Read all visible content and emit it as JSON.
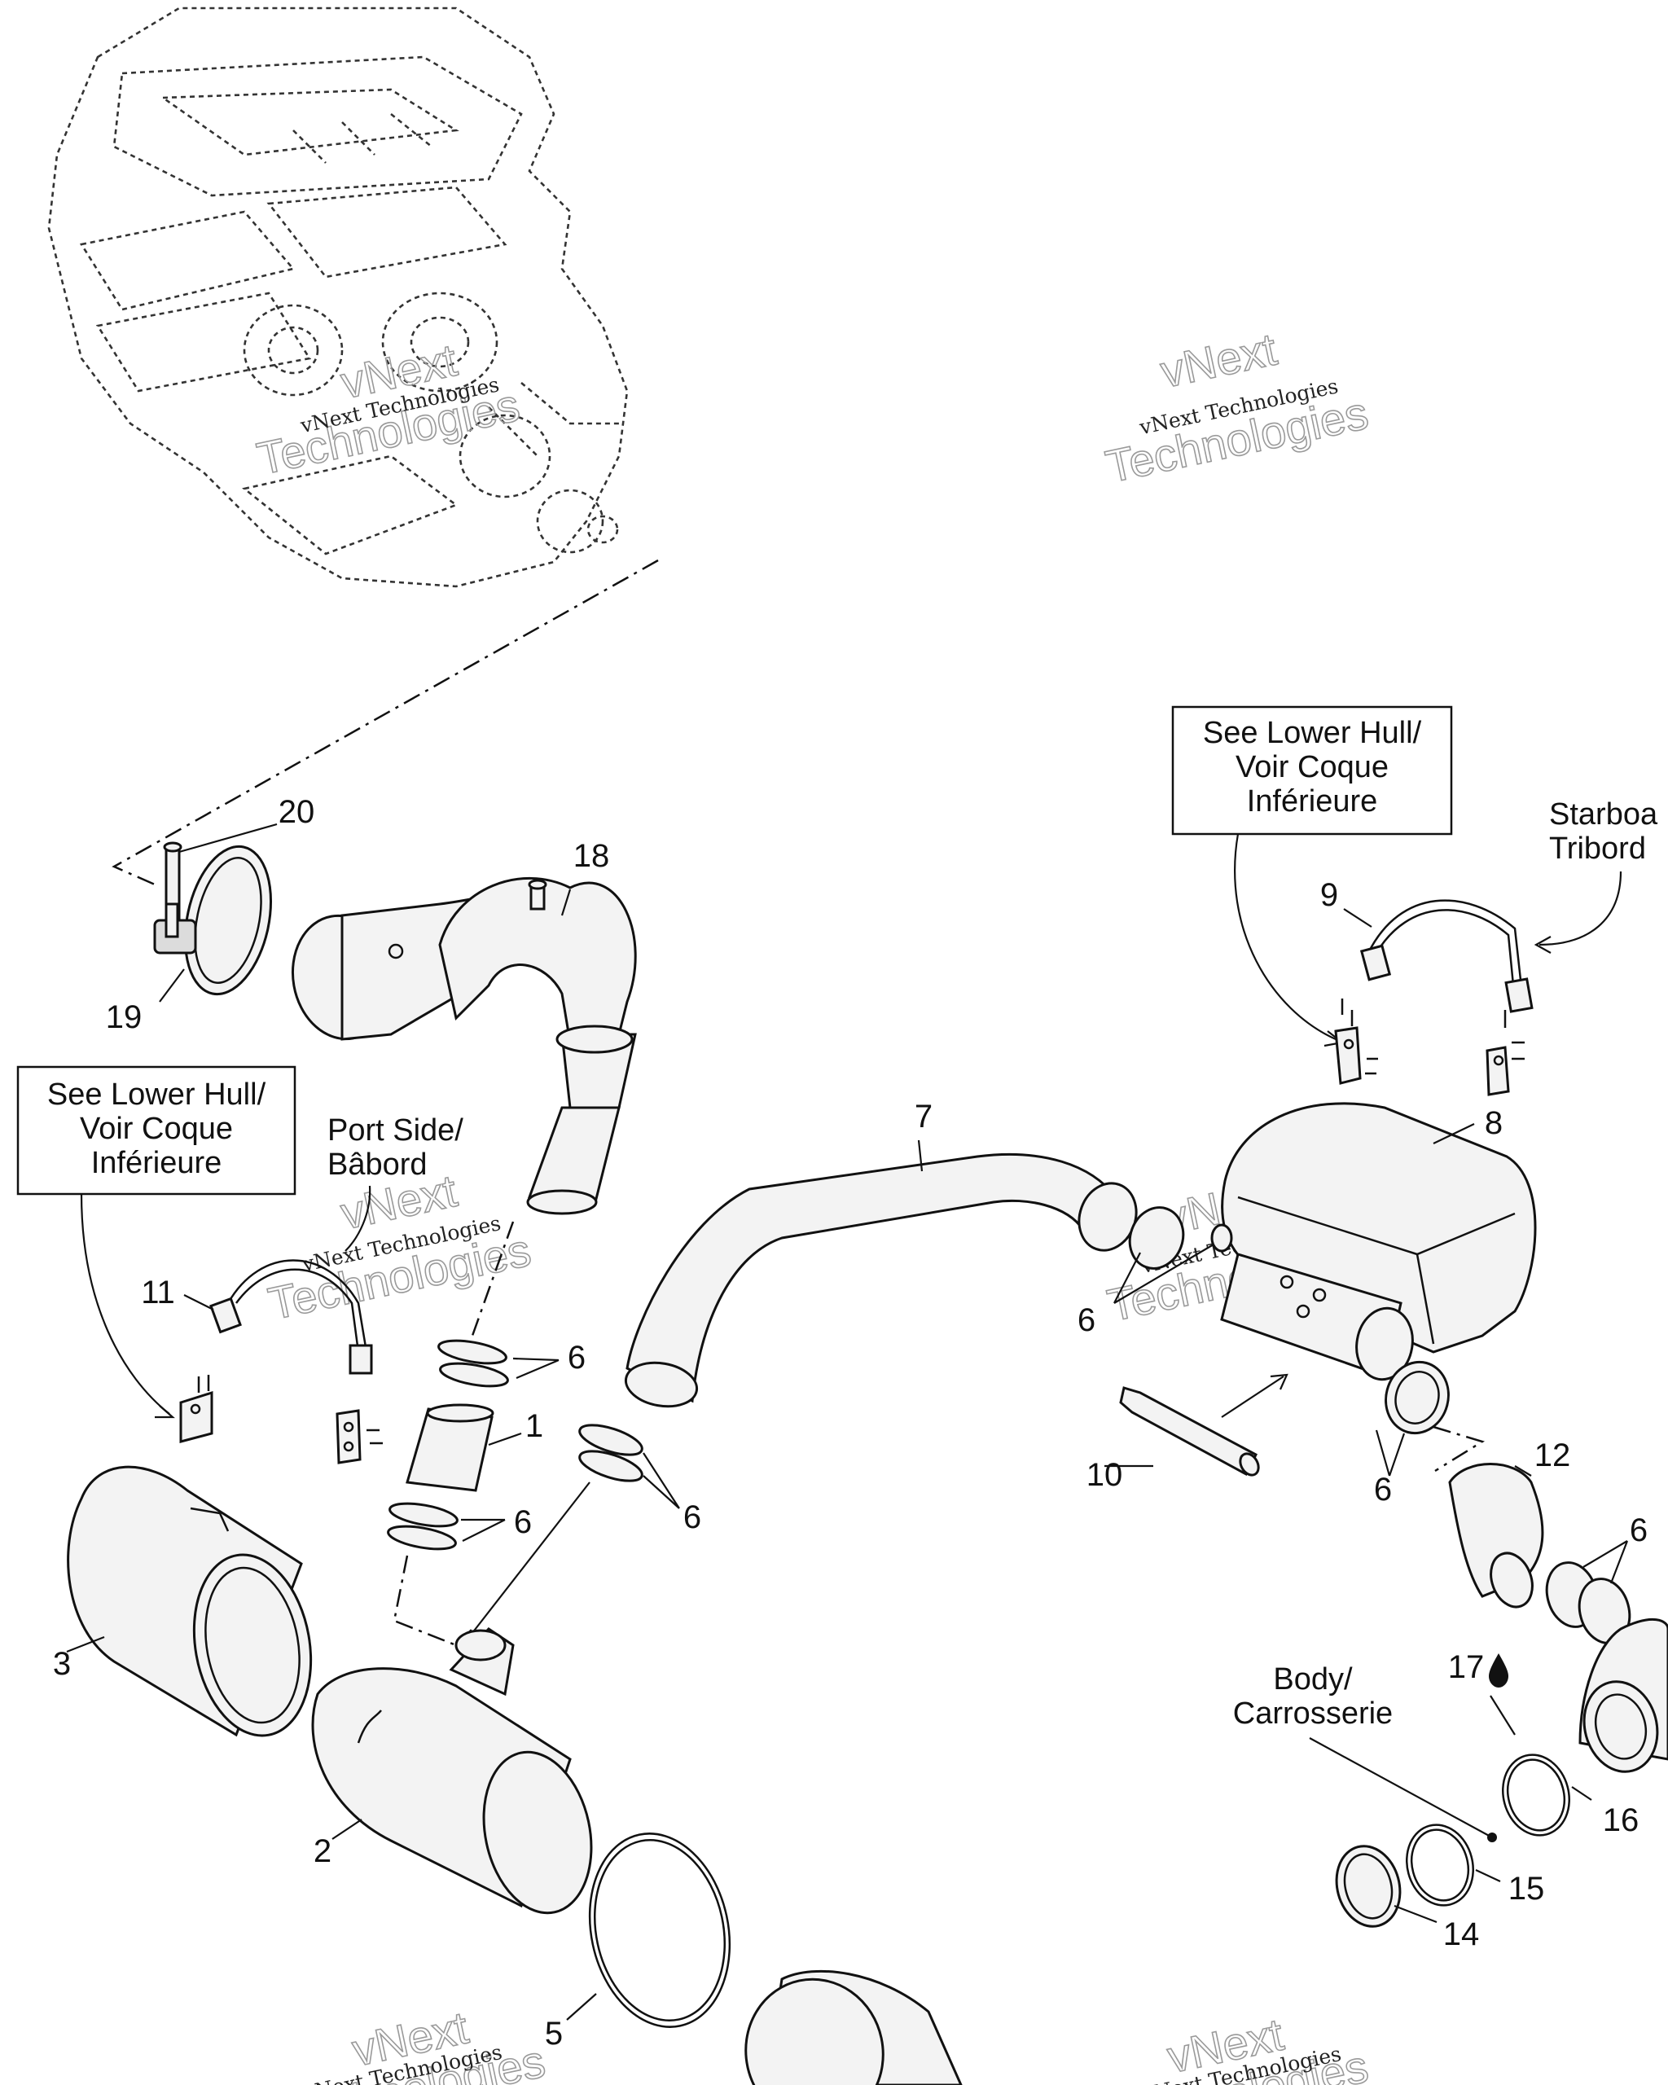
{
  "notes": {
    "lower_hull_right": [
      "See Lower Hull/",
      "Voir Coque",
      "Inférieure"
    ],
    "lower_hull_left": [
      "See Lower Hull/",
      "Voir Coque",
      "Inférieure"
    ],
    "starboard": [
      "Starboa",
      "Tribord"
    ],
    "port_side": [
      "Port Side/",
      "Bâbord"
    ],
    "body": [
      "Body/",
      "Carrosserie"
    ]
  },
  "parts": {
    "p1": "1",
    "p2": "2",
    "p3": "3",
    "p5": "5",
    "p6a": "6",
    "p6b": "6",
    "p6c": "6",
    "p6d": "6",
    "p6e": "6",
    "p6f": "6",
    "p7": "7",
    "p8": "8",
    "p9": "9",
    "p10": "10",
    "p11": "11",
    "p12": "12",
    "p14": "14",
    "p15": "15",
    "p16": "16",
    "p17": "17",
    "p18": "18",
    "p19": "19",
    "p20": "20"
  },
  "watermark": {
    "small": "vNext Technologies",
    "big_line1": "vNext",
    "big_line2": "Technologies"
  }
}
